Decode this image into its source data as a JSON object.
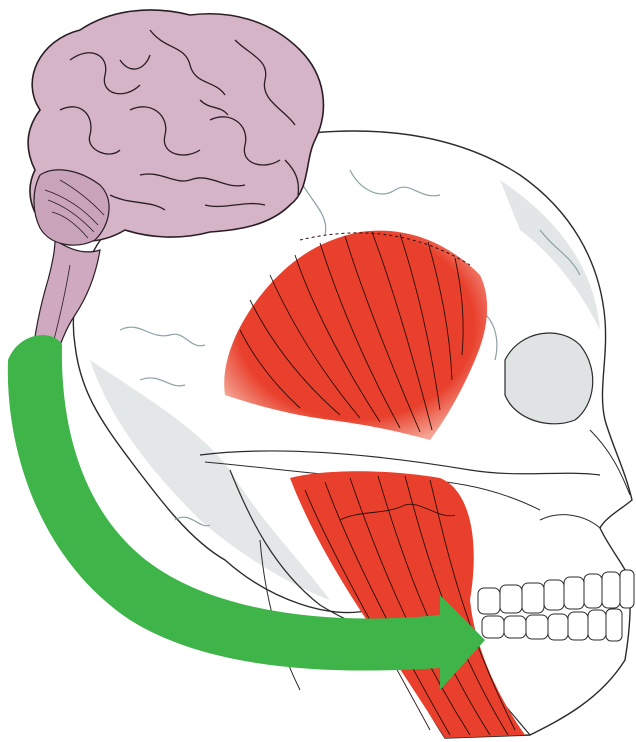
{
  "illustration": {
    "parts": [
      "brain",
      "brainstem",
      "skull",
      "temporalis-muscle",
      "masseter-muscle",
      "teeth",
      "nerve-pathway-arrow"
    ]
  },
  "colors": {
    "brain": "#d6b4c8",
    "brain_outline": "#2a1e24",
    "brainstem": "#cfa9bf",
    "skull": "#ffffff",
    "skull_shade": "#dfe3e3",
    "skull_outline": "#2b2b2b",
    "muscle": "#e8402c",
    "muscle_fiber": "#2a0d08",
    "arrow": "#3fb449",
    "teeth": "#ffffff"
  }
}
